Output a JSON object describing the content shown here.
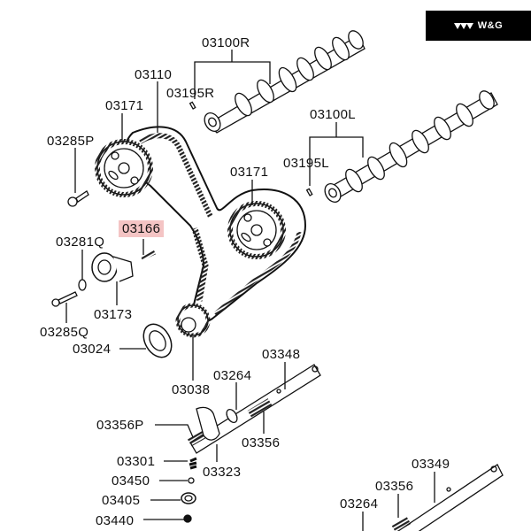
{
  "brand": {
    "logo_icon": "triple-chevron-logo",
    "name": "W&G"
  },
  "diagram": {
    "title": "Timing belt and camshaft exploded parts diagram",
    "highlight_color": "#f4c4c4",
    "highlighted_part": "03166",
    "labels": [
      {
        "id": "03100R",
        "text": "03100R"
      },
      {
        "id": "03110",
        "text": "03110"
      },
      {
        "id": "03195R",
        "text": "03195R"
      },
      {
        "id": "03171a",
        "text": "03171"
      },
      {
        "id": "03100L",
        "text": "03100L"
      },
      {
        "id": "03285P",
        "text": "03285P"
      },
      {
        "id": "03195L",
        "text": "03195L"
      },
      {
        "id": "03171b",
        "text": "03171"
      },
      {
        "id": "03166",
        "text": "03166"
      },
      {
        "id": "03281Q",
        "text": "03281Q"
      },
      {
        "id": "03173",
        "text": "03173"
      },
      {
        "id": "03285Q",
        "text": "03285Q"
      },
      {
        "id": "03024",
        "text": "03024"
      },
      {
        "id": "03038",
        "text": "03038"
      },
      {
        "id": "03348",
        "text": "03348"
      },
      {
        "id": "03264a",
        "text": "03264"
      },
      {
        "id": "03356P",
        "text": "03356P"
      },
      {
        "id": "03356a",
        "text": "03356"
      },
      {
        "id": "03301",
        "text": "03301"
      },
      {
        "id": "03323",
        "text": "03323"
      },
      {
        "id": "03450",
        "text": "03450"
      },
      {
        "id": "03349",
        "text": "03349"
      },
      {
        "id": "03356b",
        "text": "03356"
      },
      {
        "id": "03405",
        "text": "03405"
      },
      {
        "id": "03264b",
        "text": "03264"
      },
      {
        "id": "03440",
        "text": "03440"
      }
    ]
  }
}
